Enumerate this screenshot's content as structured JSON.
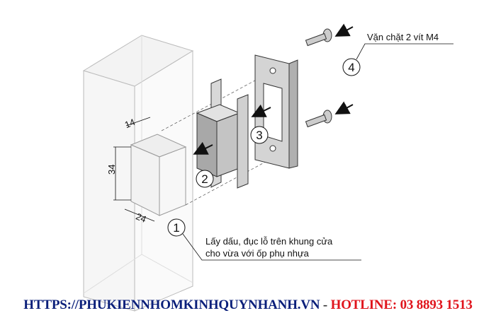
{
  "steps": {
    "step1": {
      "number": "1",
      "text_line1": "Lấy dấu, đục lỗ trên khung cửa",
      "text_line2": "cho vừa với ốp phụ nhựa"
    },
    "step2": {
      "number": "2"
    },
    "step3": {
      "number": "3"
    },
    "step4": {
      "number": "4",
      "text": "Vặn chặt 2 vít M4"
    }
  },
  "dimensions": {
    "depth": "14",
    "height": "34",
    "width": "24"
  },
  "footer": {
    "url": "HTTPS://PHUKIENNHOMKINHQUYNHANH.VN",
    "separator": " - ",
    "hotline": "HOTLINE: 03 8893 1513",
    "url_color": "#0a1f7a",
    "hotline_color": "#e0141c"
  }
}
